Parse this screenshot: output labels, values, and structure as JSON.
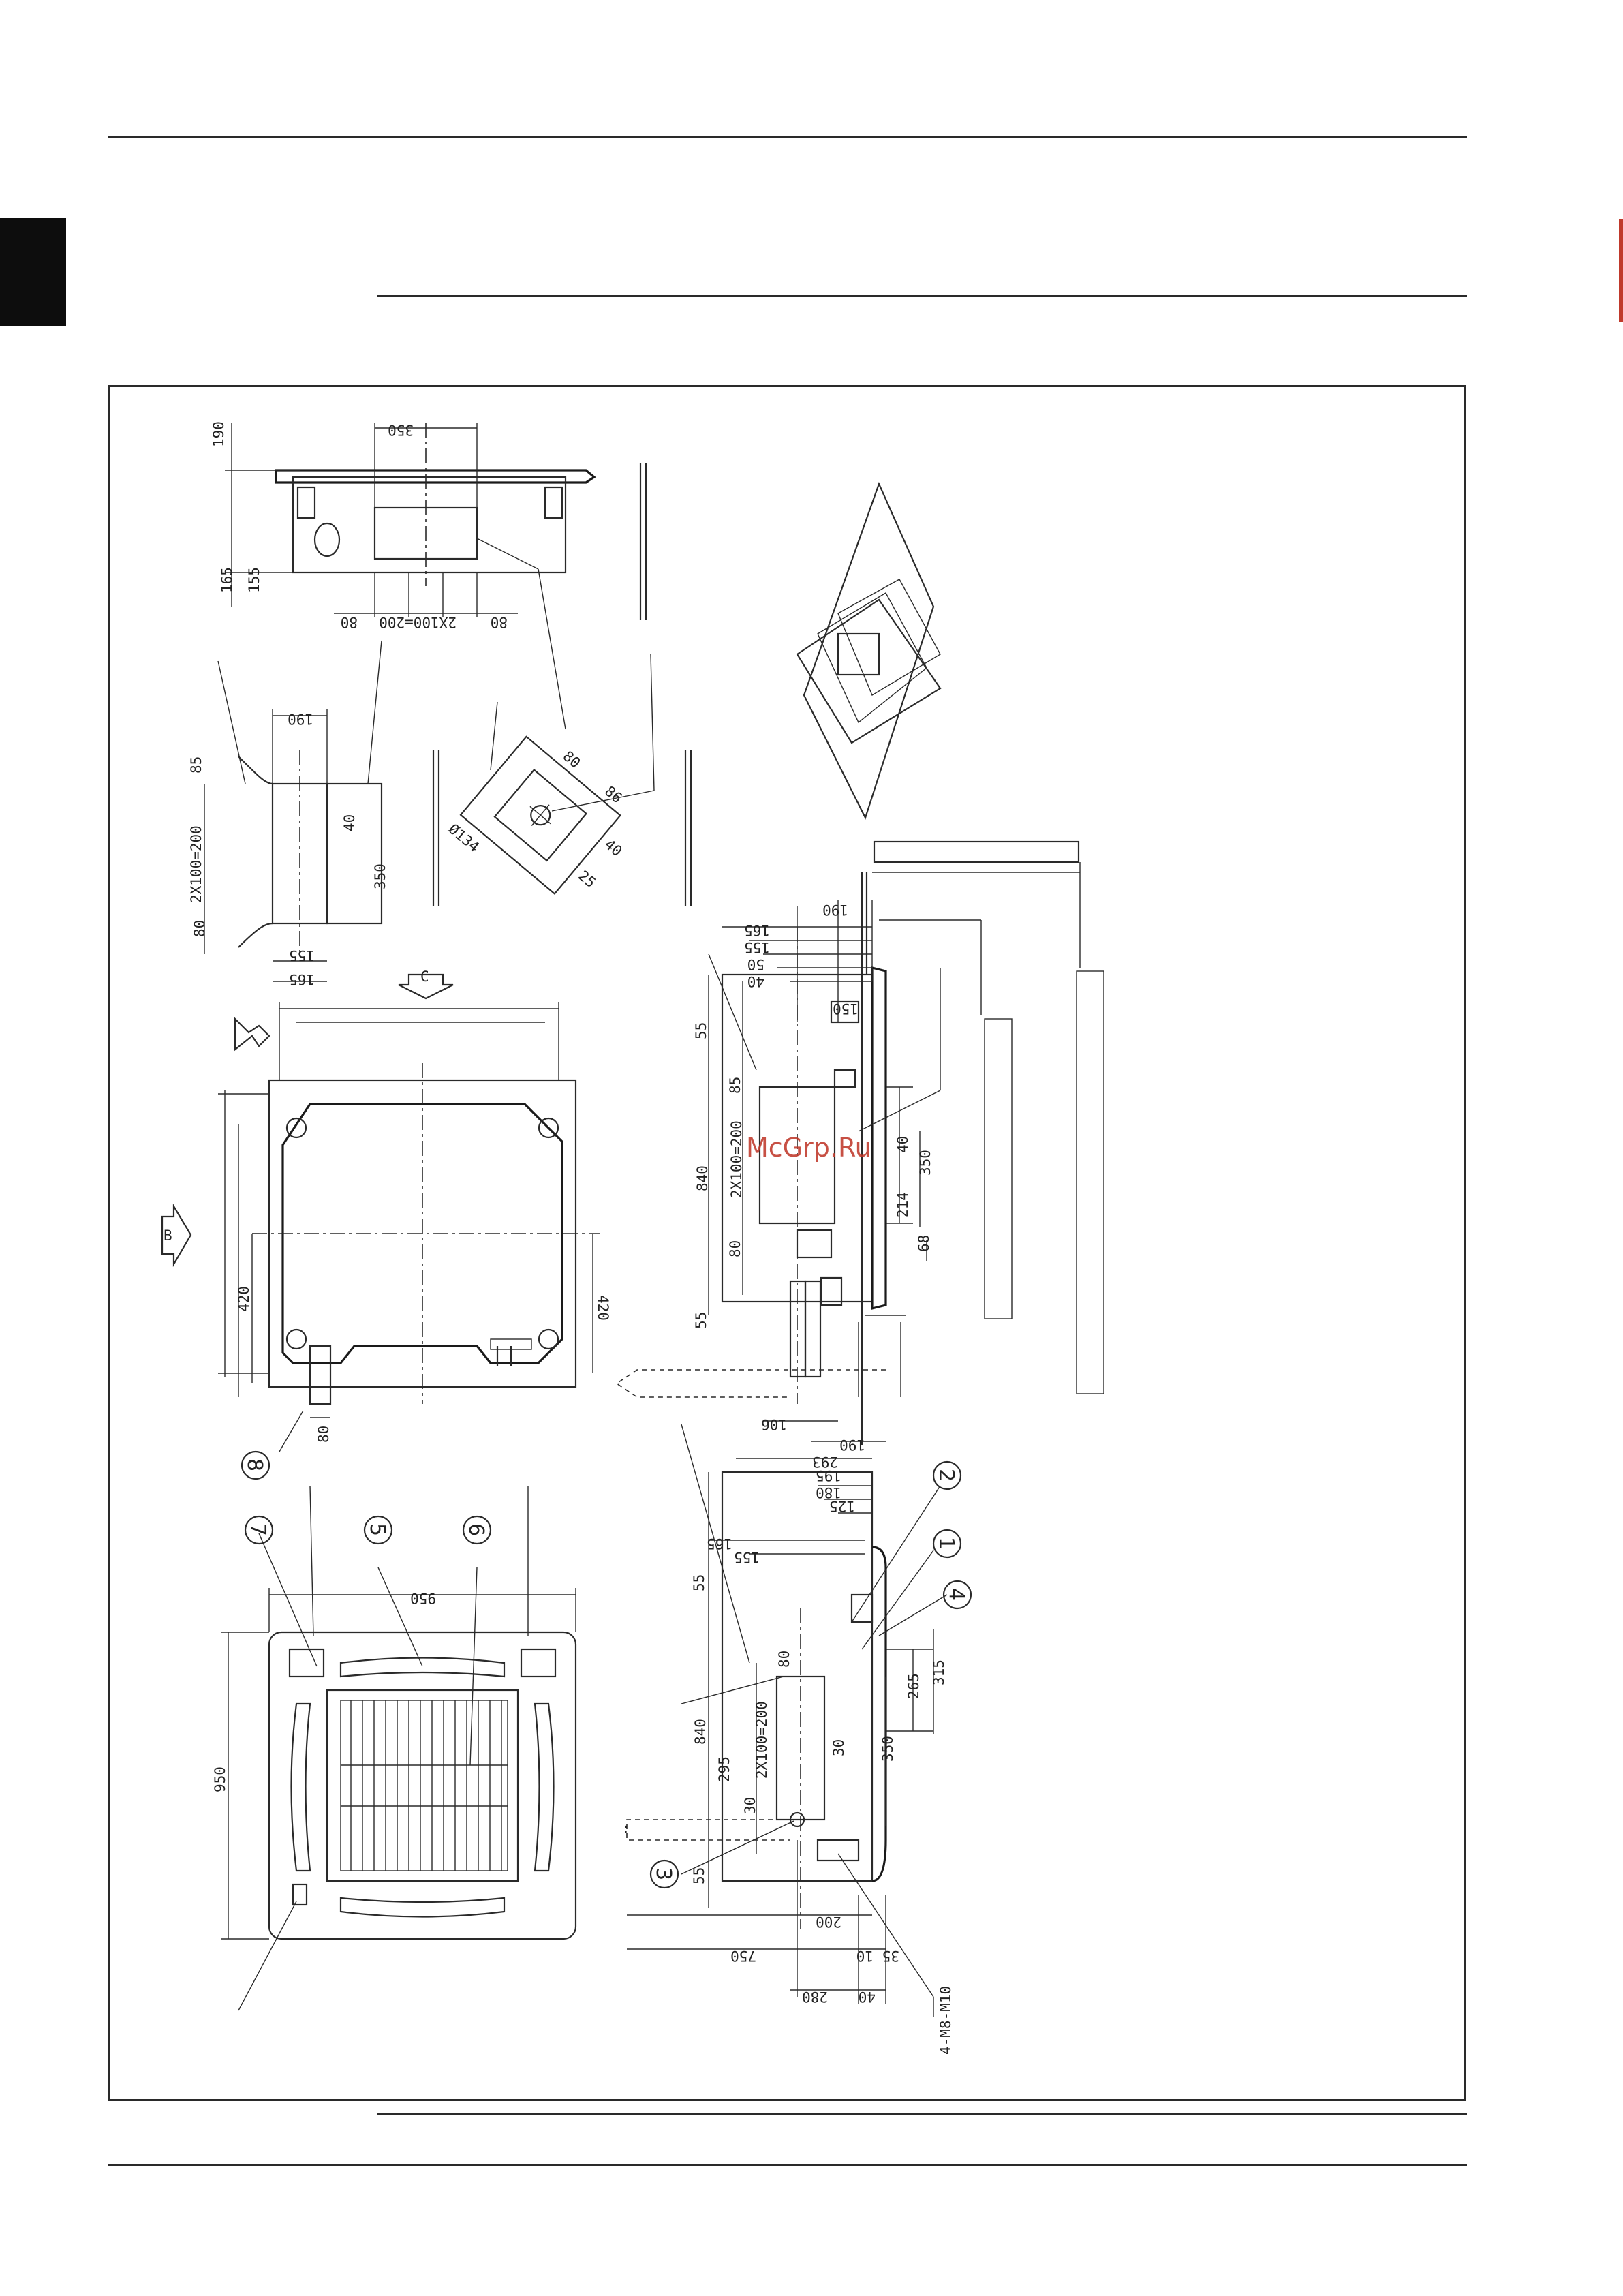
{
  "watermark": "McGrp.Ru",
  "callouts": [
    "1",
    "2",
    "3",
    "4",
    "5",
    "6",
    "7",
    "8"
  ],
  "view_markers": [
    "B",
    "C"
  ],
  "dimensions": {
    "ceiling_panel_width": "950",
    "panel_height": "950",
    "unit_body_840_a": "840",
    "unit_body_840_b": "840",
    "half_width_a": "420",
    "half_width_b": "420",
    "height_350_top": "350",
    "height_350_side": "350",
    "height_350_front": "350",
    "height_350_b": "350",
    "top_190": "190",
    "top_165": "165",
    "top_155": "155",
    "top_80_a": "80",
    "top_80_b": "80",
    "top_2x100": "2X100=200",
    "top_2x100_b": "2X100=200",
    "top_2x100_c": "2X100=200",
    "top_2x100_d": "2X100=200",
    "side_190": "190",
    "side_85": "85",
    "side_80": "80",
    "side_155": "155",
    "side_165": "165",
    "side_40": "40",
    "detail_134": "Ø134",
    "detail_80": "80",
    "detail_86": "86",
    "detail_40": "40",
    "detail_25": "25",
    "front_190": "190",
    "front_165": "165",
    "front_155": "155",
    "front_50": "50",
    "front_40": "40",
    "front_150": "150",
    "front_55_a": "55",
    "front_55_b": "55",
    "front_85": "85",
    "front_80": "80",
    "front_40_b": "40",
    "front_214": "214",
    "front_68": "68",
    "front_106": "106",
    "front_190_b": "190",
    "lower_293": "293",
    "lower_195": "195",
    "lower_180": "180",
    "lower_125": "125",
    "lower_165": "165",
    "lower_155": "155",
    "lower_55": "55",
    "lower_80": "80",
    "lower_265": "265",
    "lower_315": "315",
    "lower_295": "295",
    "lower_30_a": "30",
    "lower_30_b": "30",
    "lower_55_b": "55",
    "lower_200": "200",
    "lower_750": "750",
    "lower_10": "10",
    "lower_35": "35",
    "lower_280": "280",
    "lower_40": "40",
    "bolt_spec": "4-M8-M10",
    "panel_80": "80"
  }
}
